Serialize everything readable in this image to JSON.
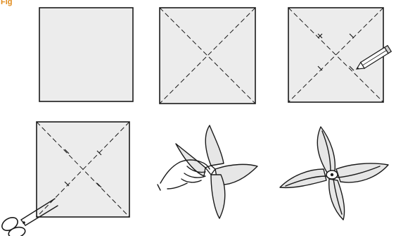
{
  "header": {
    "step_label": "Fig"
  },
  "colors": {
    "paper": "#ececec",
    "paper_dark": "#e2e2e2",
    "ink": "#1a1a1a",
    "accent_orange": "#e08a1a",
    "background": "#ffffff"
  },
  "panels": [
    {
      "name": "step-1-square-paper",
      "icon": "square-paper-icon"
    },
    {
      "name": "step-2-diagonal-fold-lines",
      "icon": "diagonal-lines-icon"
    },
    {
      "name": "step-3-mark-with-pencil",
      "icon": "pencil-icon"
    },
    {
      "name": "step-4-cut-with-scissors",
      "icon": "scissors-icon"
    },
    {
      "name": "step-5-fold-corners-to-center",
      "icon": "hand-icon"
    },
    {
      "name": "step-6-finished-pinwheel",
      "icon": "pinwheel-icon"
    }
  ]
}
